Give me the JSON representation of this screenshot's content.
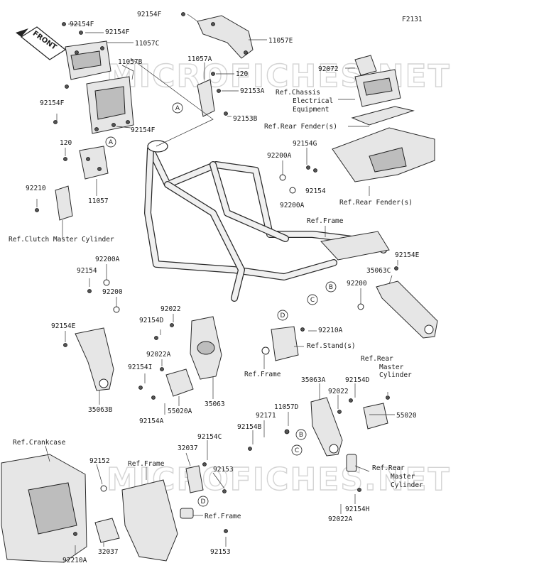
{
  "figure_code": "F2131",
  "front_arrow_label": "FRONT",
  "watermarks": [
    "MICROFICHES.NET",
    "MICROFICHES.NET"
  ],
  "callout_letters": [
    "A",
    "A",
    "B",
    "C",
    "D",
    "B",
    "C",
    "D"
  ],
  "part_labels": [
    "92154F",
    "92154F",
    "11057C",
    "92154F",
    "11057E",
    "11057B",
    "11057A",
    "120",
    "92153A",
    "92154F",
    "92153B",
    "92154F",
    "120",
    "11057",
    "92210",
    "92072",
    "Ref.Chassis",
    "Electrical",
    "Equipment",
    "Ref.Rear Fender(s)",
    "92200A",
    "92154G",
    "92154",
    "92200A",
    "Ref.Rear Fender(s)",
    "Ref.Clutch Master Cylinder",
    "Ref.Frame",
    "92200A",
    "92154",
    "92154E",
    "35063C",
    "92200",
    "92200",
    "92154E",
    "92022",
    "92154D",
    "92210A",
    "Ref.Stand(s)",
    "92022A",
    "92154I",
    "Ref.Frame",
    "Ref.Rear",
    "Master",
    "Cylinder",
    "35063B",
    "55020A",
    "35063",
    "92154A",
    "35063A",
    "92154D",
    "92022",
    "55020",
    "11057D",
    "92171",
    "92154B",
    "Ref.Crankcase",
    "92154C",
    "32037",
    "92152",
    "Ref.Frame",
    "92153",
    "Ref.Rear",
    "Master",
    "Cylinder",
    "Ref.Frame",
    "92154H",
    "92022A",
    "92210A",
    "32037",
    "92153"
  ]
}
